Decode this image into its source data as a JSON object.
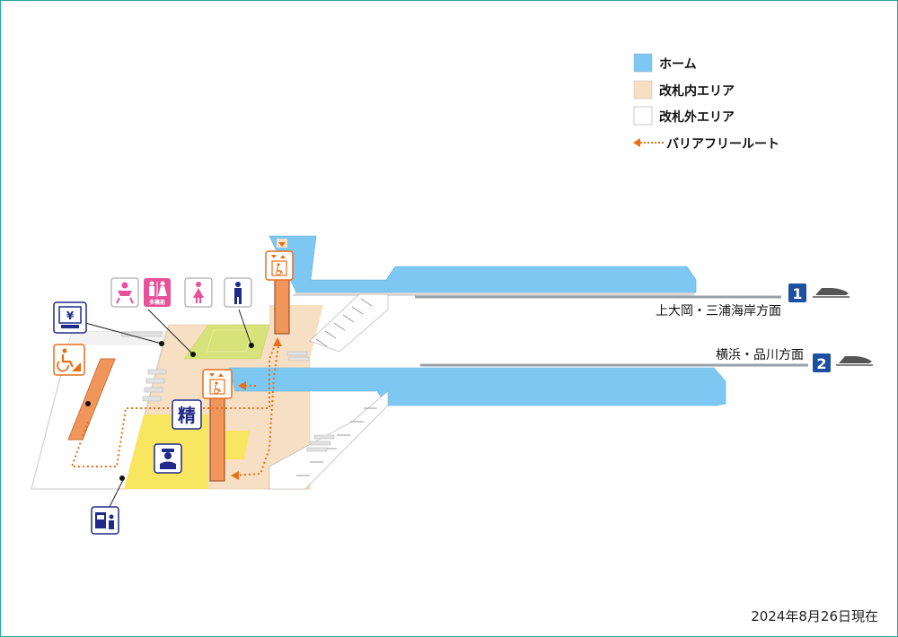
{
  "legend": {
    "home": "ホーム",
    "inside": "改札内エリア",
    "outside": "改札外エリア",
    "barrier_free": "バリアフリールート"
  },
  "platforms": {
    "p1": {
      "number": "1",
      "direction": "上大岡・三浦海岸方面"
    },
    "p2": {
      "number": "2",
      "direction": "横浜・品川方面"
    }
  },
  "fare_adjustment": "精",
  "multi_toilet_label": "多機能",
  "yen_sign": "¥",
  "date": "2024年8月26日現在",
  "colors": {
    "home": "#7cc8f2",
    "inside": "#f7dfc4",
    "outside": "#ffffff",
    "route": "#e86e18",
    "stair": "#f0965a",
    "toilet_area": "#d6e27a",
    "office_area": "#f8e660",
    "sign_blue": "#1e4fa0",
    "sign_navy": "#1f2a8a",
    "sign_pink": "#e8509a",
    "sign_orange": "#e86e18",
    "track": "#9aa0a8",
    "frame": "#2aa6a0"
  },
  "icons": [
    "baby-changing-icon",
    "multipurpose-toilet-icon",
    "womens-toilet-icon",
    "mens-toilet-icon",
    "atm-icon",
    "accessible-ramp-icon",
    "elevator-icon",
    "station-office-icon",
    "ticket-machine-icon",
    "train-icon"
  ]
}
